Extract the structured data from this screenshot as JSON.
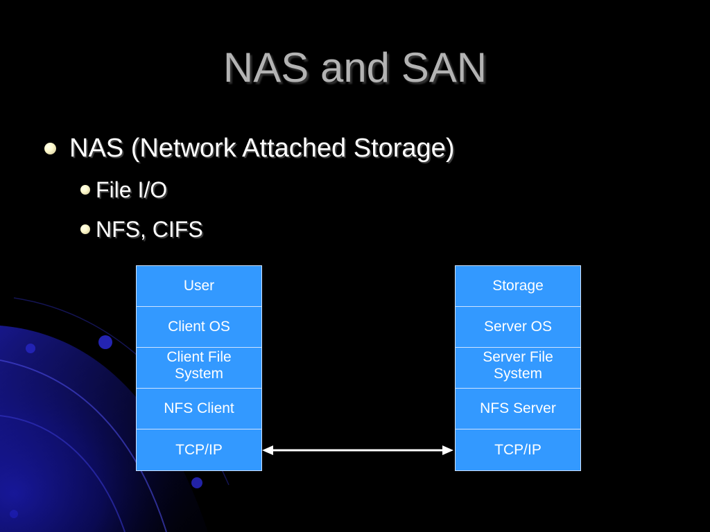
{
  "slide": {
    "title": "NAS and SAN",
    "bullets": [
      {
        "text": "NAS (Network Attached Storage)",
        "level": 1
      },
      {
        "text": "File I/O",
        "level": 2
      },
      {
        "text": "NFS, CIFS",
        "level": 2
      }
    ]
  },
  "diagram": {
    "client_stack": [
      "User",
      "Client OS",
      "Client File System",
      "NFS Client",
      "TCP/IP"
    ],
    "server_stack": [
      "Storage",
      "Server OS",
      "Server File System",
      "NFS Server",
      "TCP/IP"
    ],
    "connection": "bidirectional arrow between TCP/IP layers"
  },
  "colors": {
    "background": "#000000",
    "title": "#b3b3b3",
    "bullet_text": "#ffffff",
    "bullet_dot": "#fffacd",
    "layer_fill": "#3399ff",
    "layer_border": "#cfe3ff",
    "decor_blue": "#1a1aa0"
  }
}
